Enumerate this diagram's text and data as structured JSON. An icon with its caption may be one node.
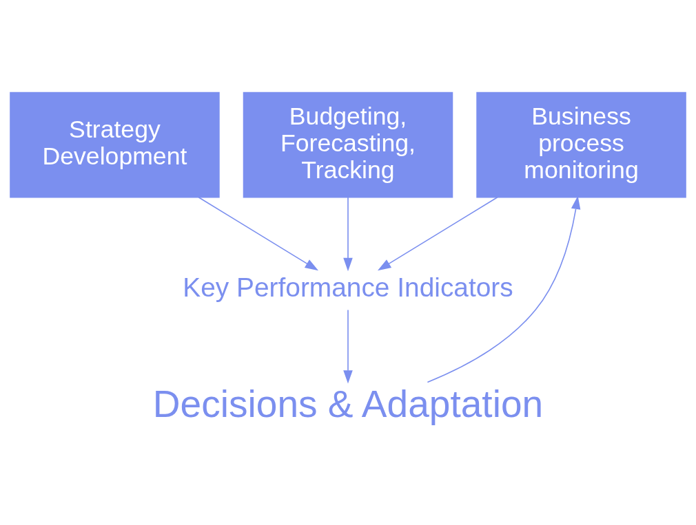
{
  "diagram": {
    "nodes": [
      {
        "text": [
          "Strategy Development"
        ]
      },
      {
        "text": [
          "Budgeting, Forecasting, Tracking"
        ]
      },
      {
        "text": [
          "Business process monitoring"
        ]
      },
      {
        "text": [
          "Key Performance Indicators"
        ]
      },
      {
        "text": [
          "Decisions & Adaptation"
        ]
      }
    ],
    "edges": [
      {
        "from": 0,
        "to": 3,
        "arrow": "to"
      },
      {
        "from": 1,
        "to": 3,
        "arrow": "to"
      },
      {
        "from": 2,
        "to": 3,
        "arrow": "to"
      },
      {
        "from": 3,
        "to": 4,
        "arrow": "to"
      },
      {
        "from": 4,
        "to": 2,
        "arrow": "to"
      }
    ]
  }
}
